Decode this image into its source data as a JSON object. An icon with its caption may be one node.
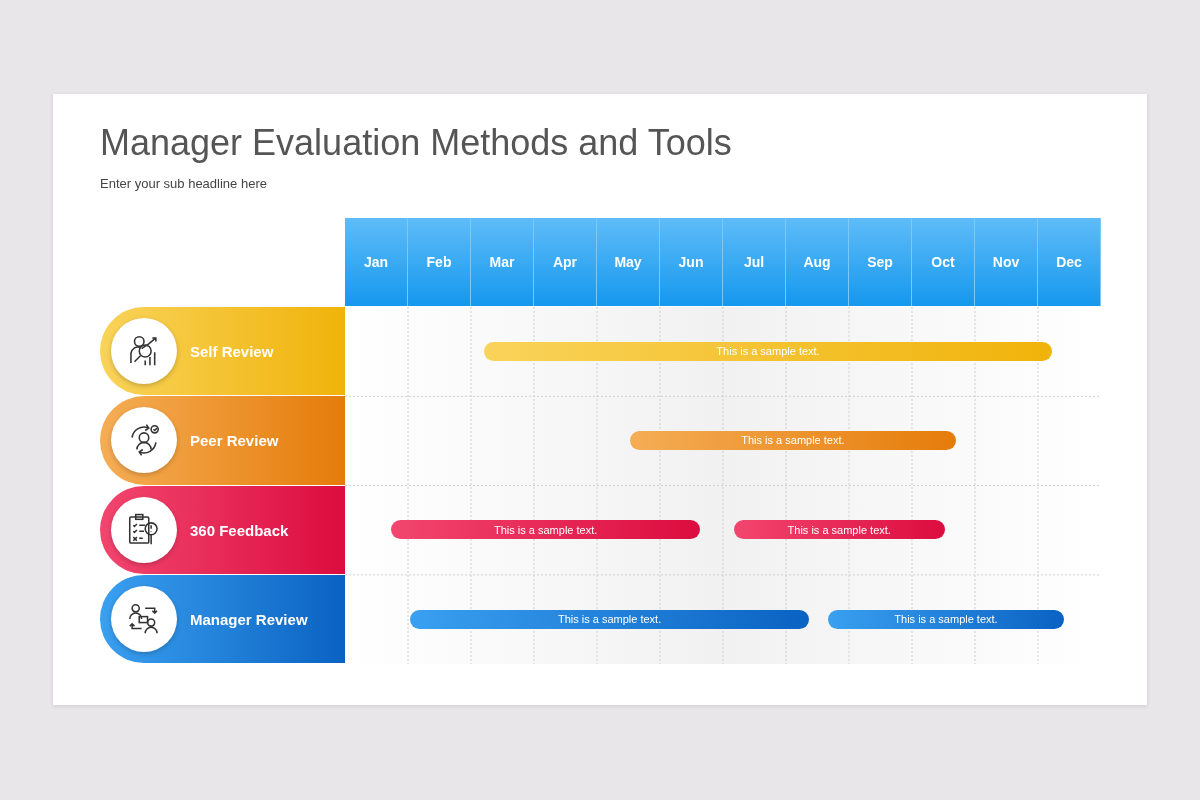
{
  "diagram": {
    "title": "Manager Evaluation Methods and Tools",
    "nodes": [
      {
        "text": [
          "Self Review"
        ]
      },
      {
        "text": [
          "Peer Review"
        ]
      },
      {
        "text": [
          "360 Feedback"
        ]
      },
      {
        "text": [
          "Manager Review"
        ]
      },
      {
        "text": [
          "This is a sample text."
        ]
      },
      {
        "text": [
          "This is a sample text."
        ]
      },
      {
        "text": [
          "This is a sample text."
        ]
      },
      {
        "text": [
          "This is a sample text."
        ]
      },
      {
        "text": [
          "This is a sample text."
        ]
      },
      {
        "text": [
          "This is a sample text."
        ]
      }
    ],
    "labels": [
      "Enter your sub headline here",
      "Jan",
      "Feb",
      "Mar",
      "Apr",
      "May",
      "Jun",
      "Jul",
      "Aug",
      "Sep",
      "Oct",
      "Nov",
      "Dec"
    ]
  }
}
